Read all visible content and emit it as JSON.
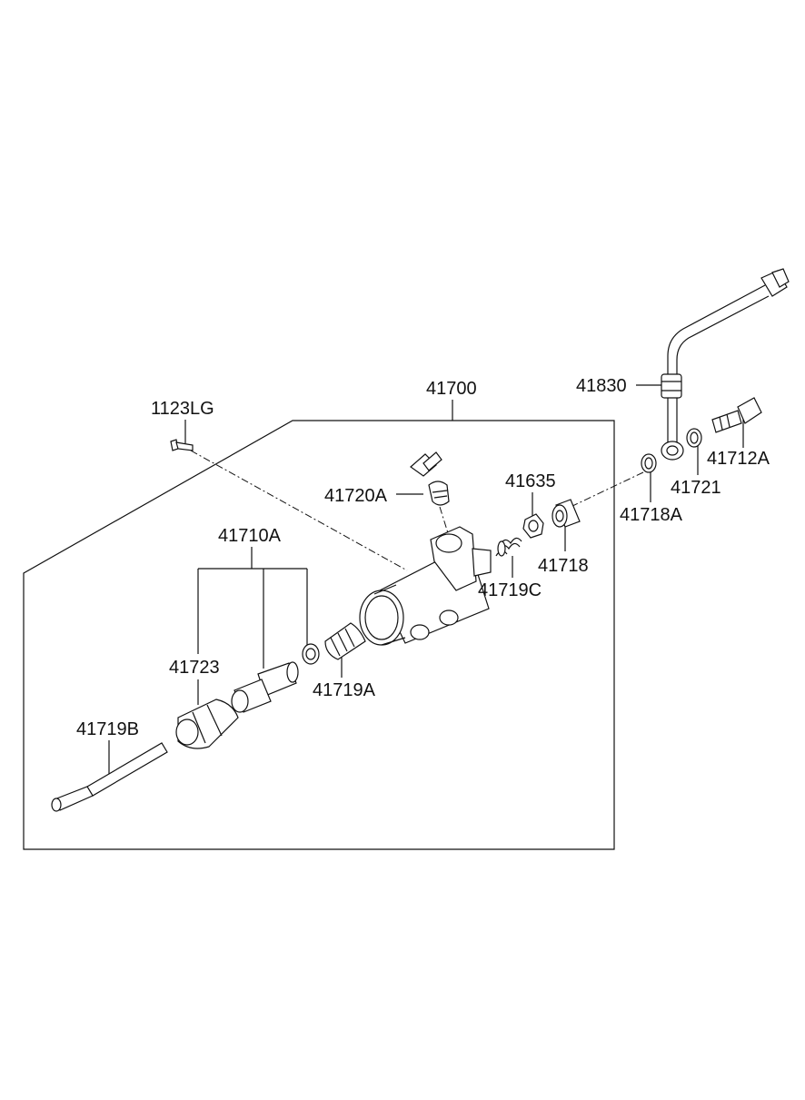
{
  "labels": {
    "p1123LG": "1123LG",
    "p41700": "41700",
    "p41830": "41830",
    "p41712A": "41712A",
    "p41721": "41721",
    "p41718A": "41718A",
    "p41635": "41635",
    "p41720A": "41720A",
    "p41718": "41718",
    "p41710A": "41710A",
    "p41719C": "41719C",
    "p41723": "41723",
    "p41719A": "41719A",
    "p41719B": "41719B"
  }
}
